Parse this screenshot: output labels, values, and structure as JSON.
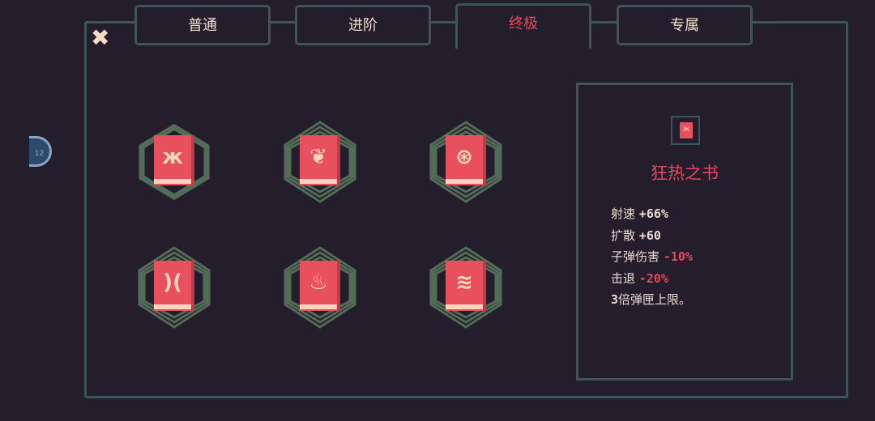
{
  "tabs": [
    {
      "label": "普通"
    },
    {
      "label": "进阶"
    },
    {
      "label": "终极",
      "active": true
    },
    {
      "label": "专属"
    }
  ],
  "close_icon": "close-x-icon",
  "side_badge": "12",
  "books": [
    {
      "glyph": "ж",
      "selected": true
    },
    {
      "glyph": "❦"
    },
    {
      "glyph": "⊛"
    },
    {
      "glyph": ")(",
      "name": ""
    },
    {
      "glyph": "♨"
    },
    {
      "glyph": "≋"
    }
  ],
  "detail": {
    "name": "狂热之书",
    "thumb_glyph": "ж",
    "stats": [
      {
        "label": "射速",
        "value": "+66%",
        "negative": false
      },
      {
        "label": "扩散",
        "value": "+60",
        "negative": false
      },
      {
        "label": "子弹伤害",
        "value": "-10%",
        "negative": true
      },
      {
        "label": "击退",
        "value": "-20%",
        "negative": true
      }
    ],
    "note_num": "3",
    "note_text": "倍弹匣上限。"
  },
  "colors": {
    "bg": "#241e2c",
    "frame": "#3d5558",
    "hex": "#5a7a60",
    "book": "#e8505e",
    "accent": "#e8485a",
    "cream": "#f5d6bc"
  }
}
